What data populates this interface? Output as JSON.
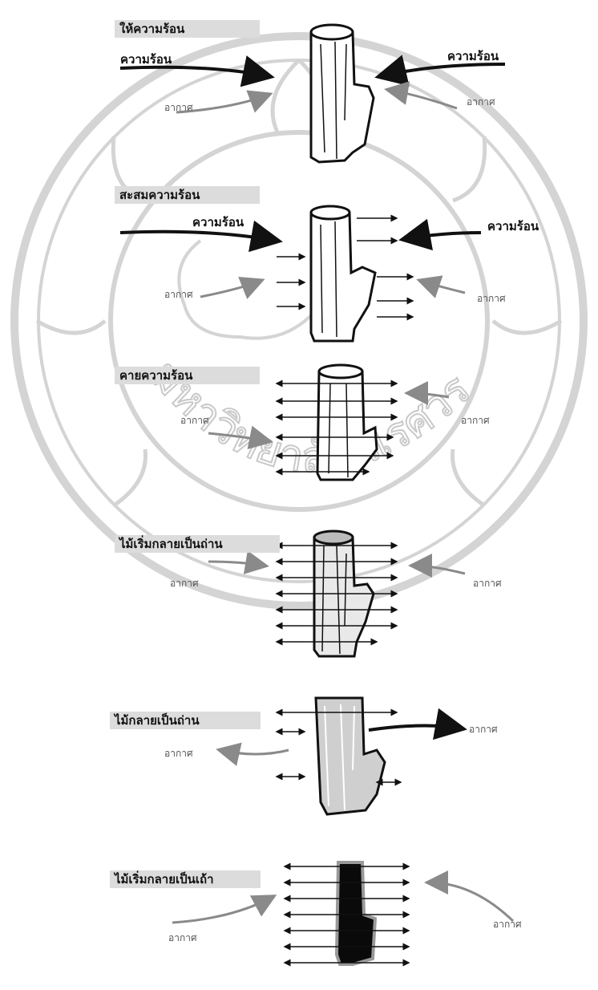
{
  "stages": [
    {
      "title": "ให้ความร้อน",
      "heat_left": "ความร้อน",
      "heat_right": "ความร้อน",
      "air_left": "อากาศ",
      "air_right": "อากาศ"
    },
    {
      "title": "สะสมความร้อน",
      "heat_left": "ความร้อน",
      "heat_right": "ความร้อน",
      "air_left": "อากาศ",
      "air_right": "อากาศ"
    },
    {
      "title": "คายความร้อน",
      "air_left": "อากาศ",
      "air_right": "อากาศ"
    },
    {
      "title": "ไม้เริ่มกลายเป็นถ่าน",
      "air_left": "อากาศ",
      "air_right": "อากาศ"
    },
    {
      "title": "ไม้กลายเป็นถ่าน",
      "air_left": "อากาศ",
      "air_right": "อากาศ"
    },
    {
      "title": "ไม้เริ่มกลายเป็นเถ้า",
      "air_left": "อากาศ",
      "air_right": "อากาศ"
    }
  ],
  "watermark": {
    "text": "มหาวิทยาลัยนเรศวร",
    "color": "#cfcfcf"
  },
  "colors": {
    "ink": "#111111",
    "title_bg": "#dcdcdc",
    "air_arrow": "#8a8a8a"
  }
}
